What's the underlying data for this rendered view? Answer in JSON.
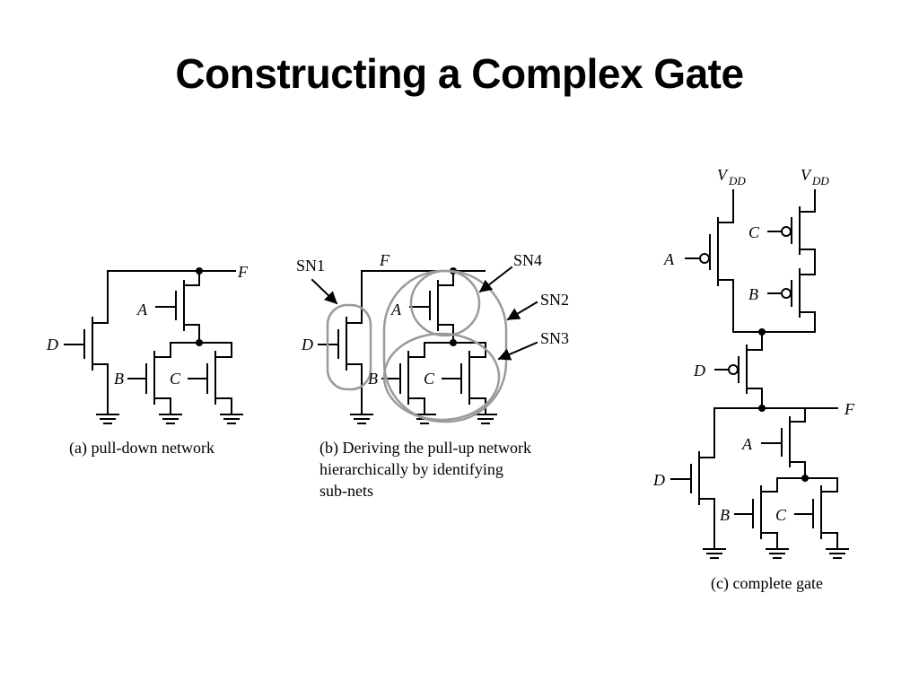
{
  "title": "Constructing a Complex Gate",
  "signals": {
    "a": "A",
    "b": "B",
    "c": "C",
    "d": "D",
    "f": "F"
  },
  "supply": {
    "v": "V",
    "sub": "DD"
  },
  "subnets": {
    "sn1": "SN1",
    "sn2": "SN2",
    "sn3": "SN3",
    "sn4": "SN4"
  },
  "captions": {
    "a": "(a) pull-down network",
    "b_line1": "(b) Deriving the pull-up network",
    "b_line2": "hierarchically by identifying",
    "b_line3": "sub-nets",
    "c": "(c) complete gate"
  }
}
